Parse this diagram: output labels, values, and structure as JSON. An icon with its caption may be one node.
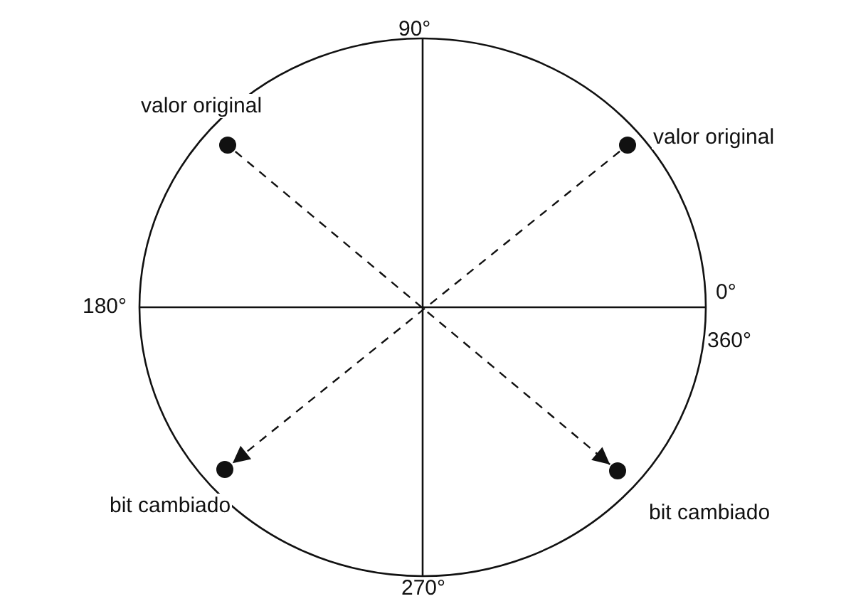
{
  "diagram": {
    "nodes": [
      {
        "text": [],
        "shape": "circle",
        "beside": [
          "valor original"
        ]
      },
      {
        "text": [],
        "shape": "circle",
        "beside": [
          "valor original"
        ]
      },
      {
        "text": [],
        "shape": "circle",
        "beside": [
          "bit cambiado"
        ]
      },
      {
        "text": [],
        "shape": "circle",
        "beside": [
          "bit cambiado"
        ]
      }
    ],
    "edges": [
      {
        "from": 0,
        "to": 3,
        "arrow": "to",
        "style": "dashed"
      },
      {
        "from": 1,
        "to": 2,
        "arrow": "to",
        "style": "dashed"
      }
    ],
    "labels": [
      "90°",
      "180°",
      "0°",
      "360°",
      "270°"
    ]
  }
}
